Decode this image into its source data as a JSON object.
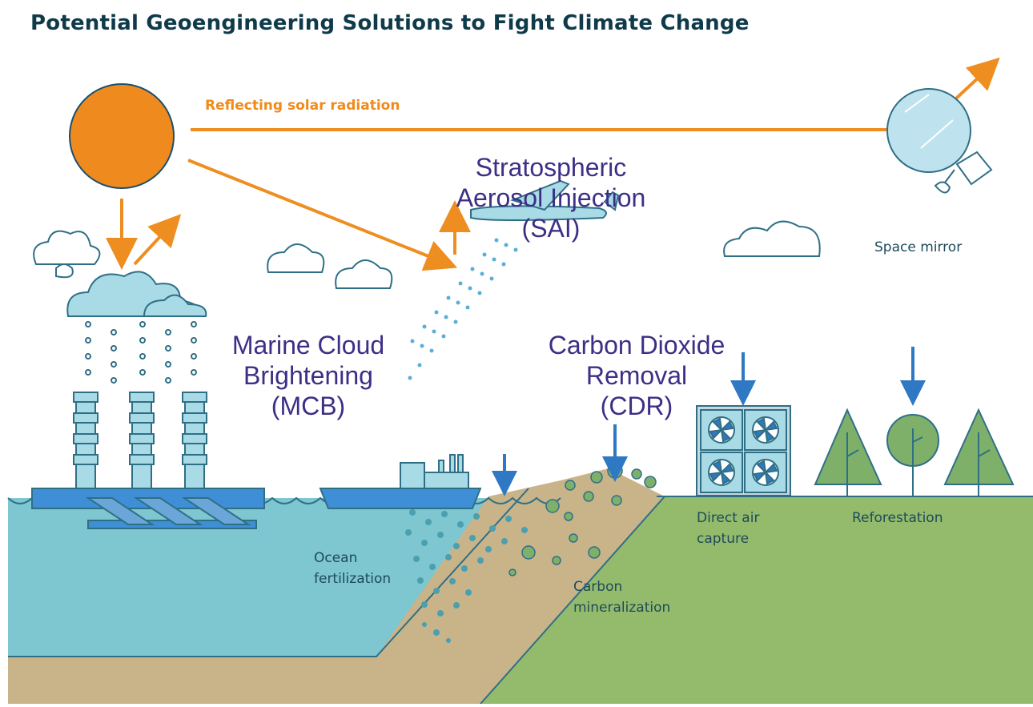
{
  "title": "Potential Geoengineering Solutions to Fight Climate Change",
  "reflect_label": "Reflecting solar radiation",
  "sai": {
    "line1": "Stratospheric",
    "line2": "Aerosol Injection",
    "line3": "(SAI)"
  },
  "mcb": {
    "line1": "Marine Cloud",
    "line2": "Brightening",
    "line3": "(MCB)"
  },
  "cdr": {
    "line1": "Carbon Dioxide",
    "line2": "Removal",
    "line3": "(CDR)"
  },
  "space_mirror": "Space mirror",
  "ocean_fert": {
    "line1": "Ocean",
    "line2": "fertilization"
  },
  "carbon_min": {
    "line1": "Carbon",
    "line2": "mineralization"
  },
  "dac": {
    "line1": "Direct air",
    "line2": "capture"
  },
  "reforestation": "Reforestation",
  "colors": {
    "sun": "#ee8a1e",
    "arrow": "#ef8e20",
    "ocean": "#7ec6d0",
    "land": "#94bb6c",
    "sand": "#c9b48a",
    "accent_blue": "#2f78c4",
    "label_purple": "#3c2f86",
    "outline": "#1b4f6e"
  },
  "icons": [
    "sun-icon",
    "cloud-icon",
    "space-mirror-icon",
    "airplane-icon",
    "ship-icon",
    "fan-icon",
    "tree-icon"
  ]
}
